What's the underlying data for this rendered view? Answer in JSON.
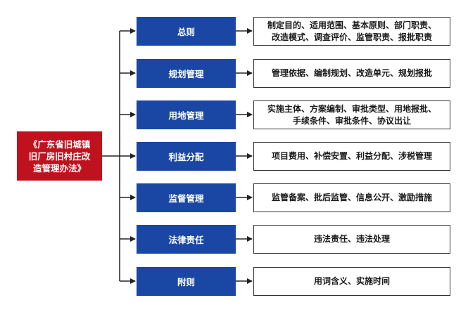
{
  "root": {
    "title_line1": "《广东省旧城镇",
    "title_line2": "旧厂房旧村庄改",
    "title_line3": "造管理办法》"
  },
  "sections": [
    {
      "label": "总则",
      "desc_line1": "制定目的、适用范围、基本原则、部门职责、",
      "desc_line2": "改造模式、调查评价、监管职责、报批职责"
    },
    {
      "label": "规划管理",
      "desc_line1": "管理依据、编制规划、改造单元、规划报批",
      "desc_line2": ""
    },
    {
      "label": "用地管理",
      "desc_line1": "实施主体、方案编制、审批类型、用地报批、",
      "desc_line2": "手续条件、审批条件、协议出让"
    },
    {
      "label": "利益分配",
      "desc_line1": "项目费用、补偿安置、利益分配、涉税管理",
      "desc_line2": ""
    },
    {
      "label": "监督管理",
      "desc_line1": "监管备案、批后监管、信息公开、激励措施",
      "desc_line2": ""
    },
    {
      "label": "法律责任",
      "desc_line1": "违法责任、违法处理",
      "desc_line2": ""
    },
    {
      "label": "附则",
      "desc_line1": "用词含义、实施时间",
      "desc_line2": ""
    }
  ],
  "colors": {
    "root_fill": "#c0121e",
    "category_fill": "#1a47a3",
    "connector": "#222222"
  }
}
